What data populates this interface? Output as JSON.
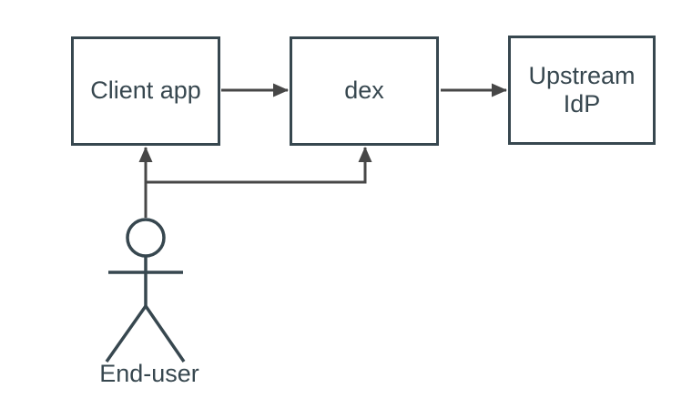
{
  "diagram": {
    "type": "flow-diagram",
    "nodes": [
      {
        "id": "client-app",
        "label": "Client app"
      },
      {
        "id": "dex",
        "label": "dex"
      },
      {
        "id": "upstream-idp",
        "label": "Upstream IdP"
      }
    ],
    "actor": {
      "id": "end-user",
      "label": "End-user",
      "icon": "stick-figure-actor-icon"
    },
    "edges": [
      {
        "from": "client-app",
        "to": "dex",
        "style": "arrow"
      },
      {
        "from": "dex",
        "to": "upstream-idp",
        "style": "arrow"
      },
      {
        "from": "end-user",
        "to": "client-app",
        "style": "arrow"
      },
      {
        "from": "end-user",
        "to": "dex",
        "style": "arrow"
      }
    ],
    "colors": {
      "background": "#FFFFFF",
      "node_fill": "#FFFFFF",
      "node_stroke": "#37474F",
      "text": "#37474F",
      "connector": "#474747"
    }
  }
}
